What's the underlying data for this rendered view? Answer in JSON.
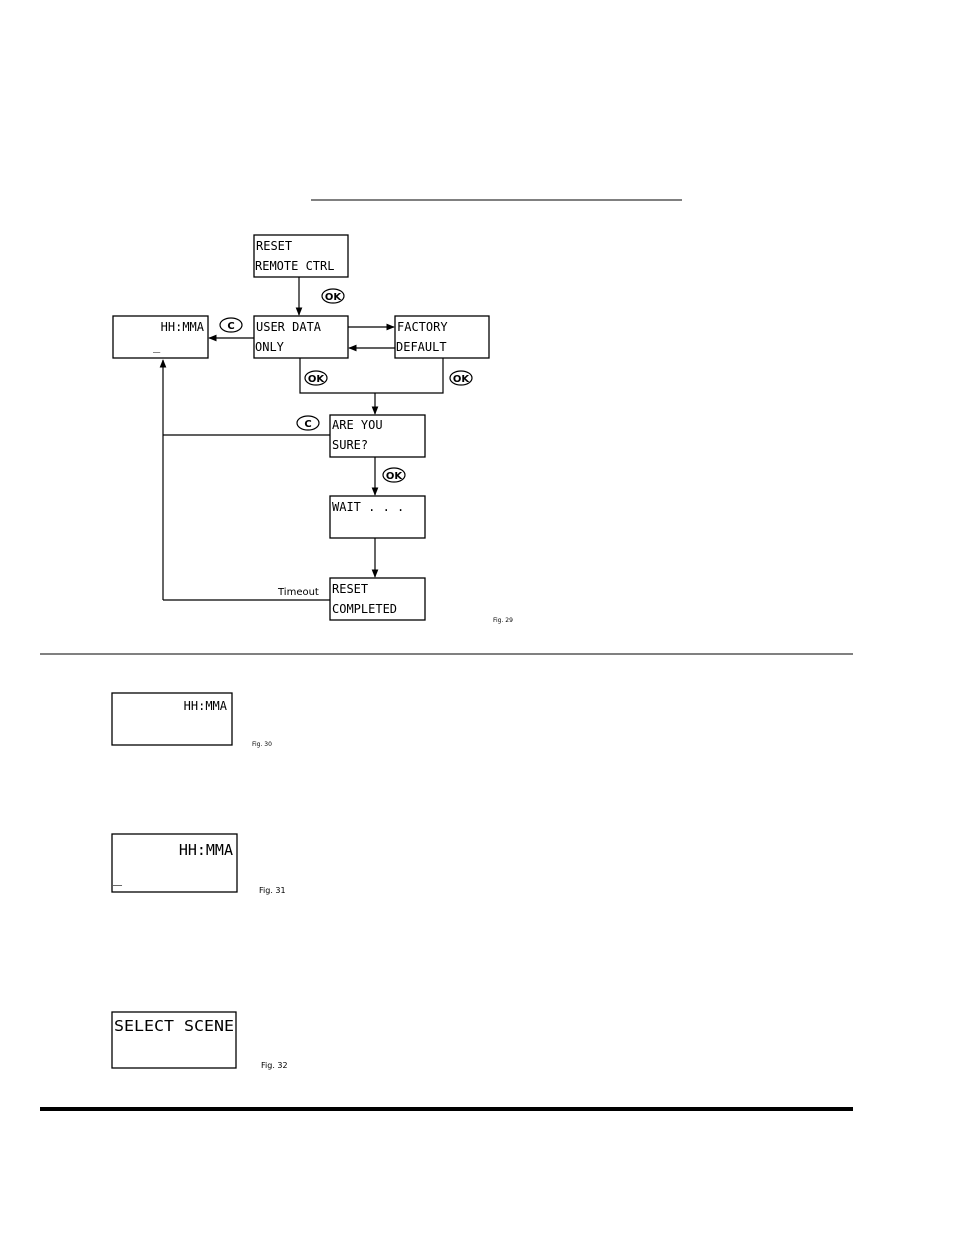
{
  "flow": {
    "reset_box": {
      "line1": "RESET",
      "line2": "REMOTE CTRL"
    },
    "user_box": {
      "line1": "USER DATA",
      "line2": "ONLY"
    },
    "factory_box": {
      "line1": "FACTORY",
      "line2": "DEFAULT"
    },
    "clock_box": {
      "line1": "HH:MMA",
      "line2": "_"
    },
    "sure_box": {
      "line1": "ARE YOU",
      "line2": "SURE?"
    },
    "wait_box": {
      "line1": "WAIT . . ."
    },
    "completed_box": {
      "line1": "RESET",
      "line2": "COMPLETED"
    },
    "ok_label": "OK",
    "c_label": "C",
    "timeout_label": "Timeout",
    "fig_label": "Fig. 29"
  },
  "fig30": {
    "line1": "HH:MMA",
    "fig_label": "Fig. 30"
  },
  "fig31": {
    "line1": "HH:MMA",
    "line2": "_",
    "fig_label": "Fig. 31"
  },
  "fig32": {
    "line1": "SELECT SCENE",
    "fig_label": "Fig. 32"
  }
}
